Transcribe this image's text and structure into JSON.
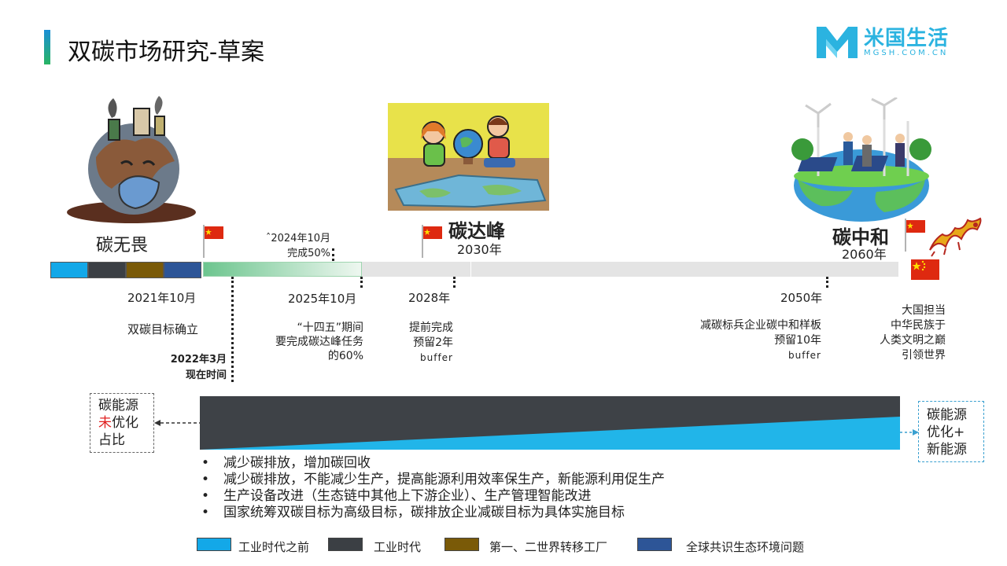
{
  "header": {
    "title": "双碳市场研究-草案",
    "logo_text": "米国生活",
    "logo_sub": "MGSH.COM.CN"
  },
  "colors": {
    "era_pre_industrial": "#13a8e8",
    "era_industrial": "#3b3f44",
    "era_transfer": "#7a5a08",
    "era_consensus": "#2d5597",
    "triangle_dark": "#3e4247",
    "triangle_light": "#21b5e9",
    "flag_red": "#de2910"
  },
  "stages": {
    "fearless": "碳无畏",
    "peak_title": "碳达峰",
    "peak_year": "2030年",
    "neutral_title": "碳中和",
    "neutral_year": "2060年"
  },
  "timeline": {
    "note_2024_line1": "ˆ2024年10月",
    "note_2024_line2": "完成50%",
    "d2021": "2021年10月",
    "d2021_desc": "双碳目标确立",
    "now_line1": "2022年3月",
    "now_line2": "现在时间",
    "d2025": "2025年10月",
    "d2025_desc1": "“十四五”期间",
    "d2025_desc2": "要完成碳达峰任务",
    "d2025_desc3": "的60%",
    "d2028": "2028年",
    "d2028_desc1": "提前完成",
    "d2028_desc2": "预留2年",
    "d2028_desc3": "buffer",
    "d2050": "2050年",
    "d2050_desc1": "减碳标兵企业碳中和样板",
    "d2050_desc2": "预留10年",
    "d2050_desc3": "buffer",
    "final_desc1": "大国担当",
    "final_desc2": "中华民族于",
    "final_desc3": "人类文明之巅",
    "final_desc4": "引领世界"
  },
  "energy": {
    "left_line1": "碳能源",
    "left_line2_red": "未",
    "left_line2_rest": "优化",
    "left_line3": "占比",
    "right_line1": "碳能源",
    "right_line2": "优化+",
    "right_line3": "新能源"
  },
  "bullets": [
    "减少碳排放，增加碳回收",
    "减少碳排放，不能减少生产，提高能源利用效率保生产，新能源利用促生产",
    "生产设备改进（生态链中其他上下游企业）、生产管理智能改进",
    "国家统筹双碳目标为高级目标，碳排放企业减碳目标为具体实施目标"
  ],
  "legend": [
    {
      "label": "工业时代之前"
    },
    {
      "label": "工业时代"
    },
    {
      "label": "第一、二世界转移工厂"
    },
    {
      "label": "全球共识生态环境问题"
    }
  ]
}
